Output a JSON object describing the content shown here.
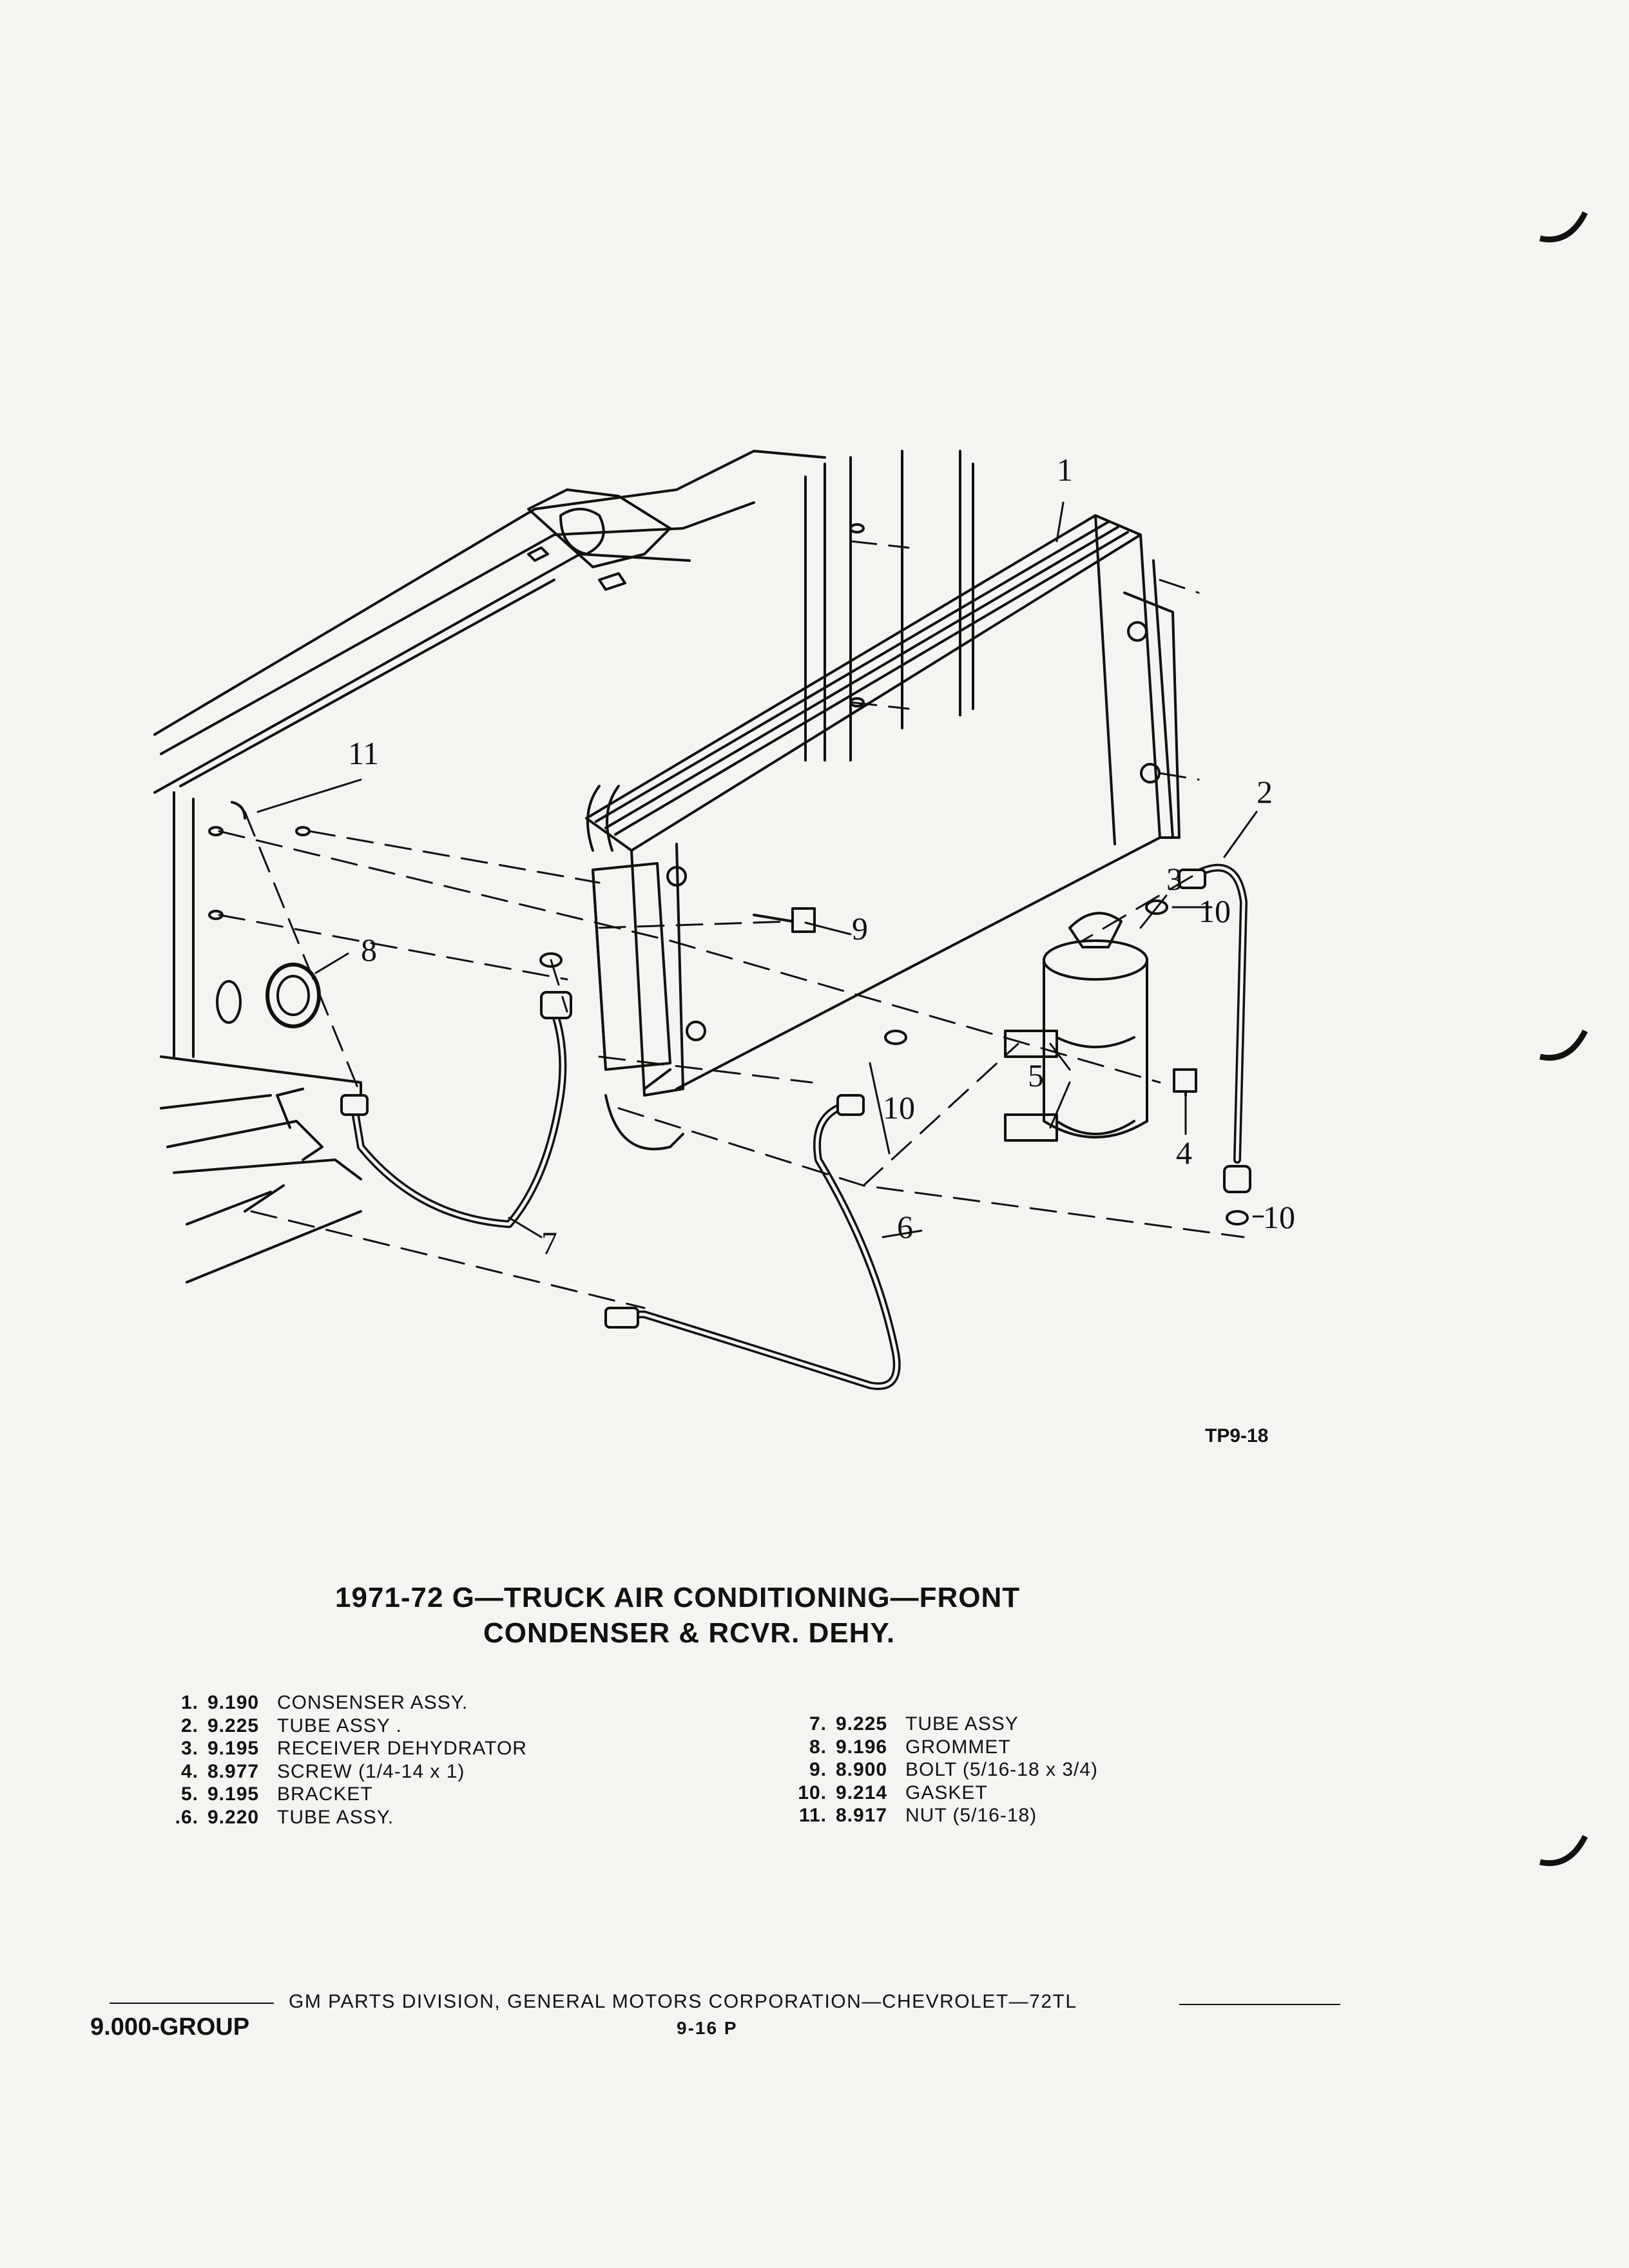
{
  "callouts": [
    "1",
    "2",
    "3",
    "4",
    "5",
    "6",
    "7",
    "8",
    "9",
    "10",
    "10",
    "10",
    "11"
  ],
  "reference_code": "TP9-18",
  "title": {
    "line1": "1971-72  G—TRUCK AIR CONDITIONING—FRONT",
    "line2": "CONDENSER & RCVR. DEHY."
  },
  "parts_left": [
    {
      "num": "1.",
      "code": "9.190",
      "desc": "CONSENSER ASSY."
    },
    {
      "num": "2.",
      "code": "9.225",
      "desc": "TUBE ASSY ."
    },
    {
      "num": "3.",
      "code": "9.195",
      "desc": "RECEIVER DEHYDRATOR"
    },
    {
      "num": "4.",
      "code": "8.977",
      "desc": "SCREW (1/4-14 x 1)"
    },
    {
      "num": "5.",
      "code": "9.195",
      "desc": "BRACKET"
    },
    {
      "num": ".6.",
      "code": "9.220",
      "desc": "TUBE  ASSY."
    }
  ],
  "parts_right": [
    {
      "num": "7.",
      "code": "9.225",
      "desc": "TUBE ASSY"
    },
    {
      "num": "8.",
      "code": "9.196",
      "desc": "GROMMET"
    },
    {
      "num": "9.",
      "code": "8.900",
      "desc": "BOLT (5/16-18 x 3/4)"
    },
    {
      "num": "10.",
      "code": "9.214",
      "desc": "GASKET"
    },
    {
      "num": "11.",
      "code": "8.917",
      "desc": "NUT (5/16-18)"
    }
  ],
  "footer": {
    "group": "9.000-GROUP",
    "text": "GM PARTS DIVISION, GENERAL MOTORS CORPORATION—CHEVROLET—72TL",
    "page": "9-16  P"
  },
  "colors": {
    "paper": "#f4f4f0",
    "ink": "#111111"
  }
}
